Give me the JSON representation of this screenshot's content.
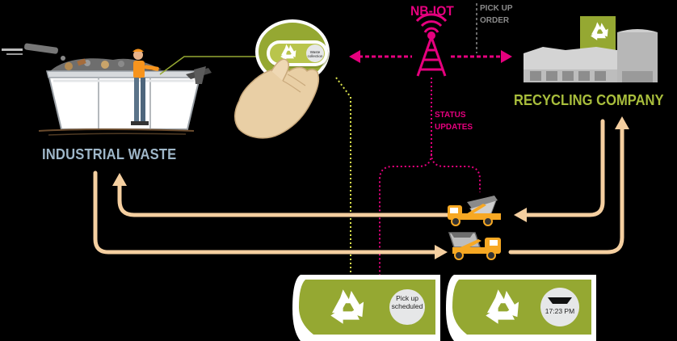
{
  "labels": {
    "industrial_waste": "INDUSTRIAL WASTE",
    "recycling_company": "RECYCLING COMPANY",
    "nb_iot": "NB-IOT",
    "pick_up_order": "PICK UP ORDER",
    "status_updates": "STATUS UPDATES"
  },
  "button": {
    "text": "Waste collection"
  },
  "status_cards": [
    {
      "text": "Pick up scheduled"
    },
    {
      "text": "17:23 PM"
    }
  ],
  "colors": {
    "background": "#000000",
    "magenta": "#e6007e",
    "green": "#95a832",
    "lime": "#a9be3c",
    "beige_arrow": "#f5cfa0",
    "truck_orange": "#f7a823",
    "dotted_yellow": "#d9e14c",
    "industrial_label": "#9fb7c9"
  },
  "icons": [
    "recycle-icon",
    "antenna-icon",
    "truck-icon",
    "clock-icon",
    "hand-icon",
    "skip-container-icon",
    "factory-icon"
  ]
}
